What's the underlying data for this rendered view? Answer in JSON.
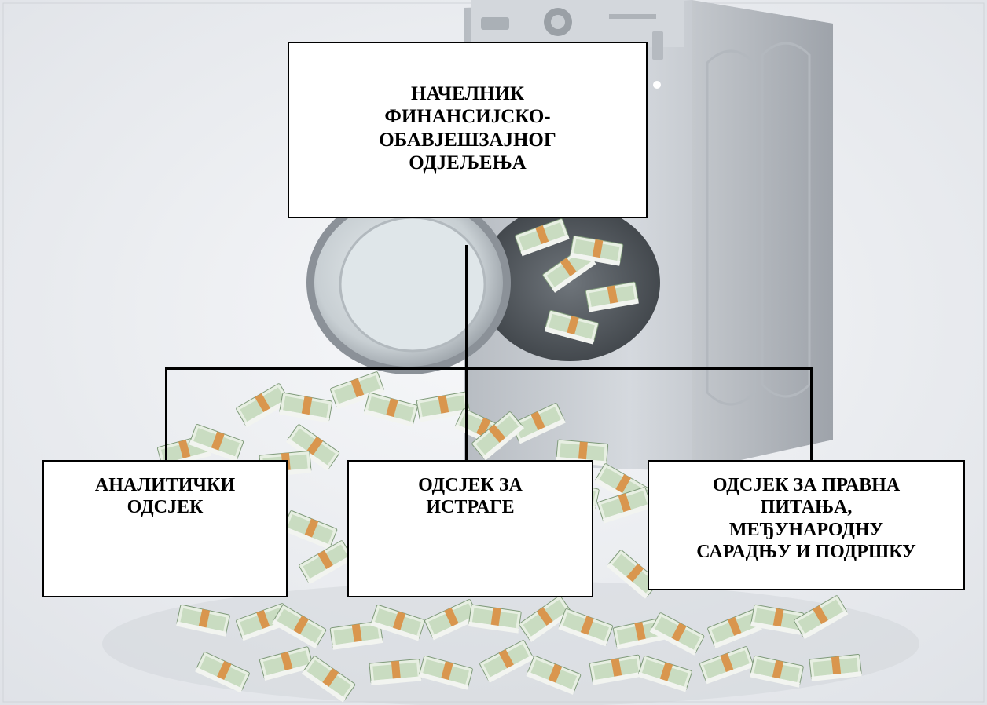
{
  "diagram": {
    "head": {
      "label": "НАЧЕЛНИК\nФИНАНСИЈСКО-\nОБАВЈЕШЗАЈНОГ\nОДЈЕЉЕЊА"
    },
    "sections": [
      {
        "label": "АНАЛИТИЧКИ\nОДСЈЕК"
      },
      {
        "label": "ОДСЈЕК ЗА\nИСТРАГЕ"
      },
      {
        "label": "ОДСЈЕК ЗА ПРАВНА\nПИТАЊА,\nМЕЂУНАРОДНУ\nСАРАДЊУ И ПОДРШКУ"
      }
    ]
  },
  "colors": {
    "box_fill": "#ffffff",
    "box_border": "#000000",
    "connector": "#000000",
    "background": "#eef0f3",
    "money_green": "#cfe0c8",
    "money_band": "#d9964e",
    "washer": "#c9cdd2"
  },
  "background_image": "washing machine with stacks of banknotes"
}
